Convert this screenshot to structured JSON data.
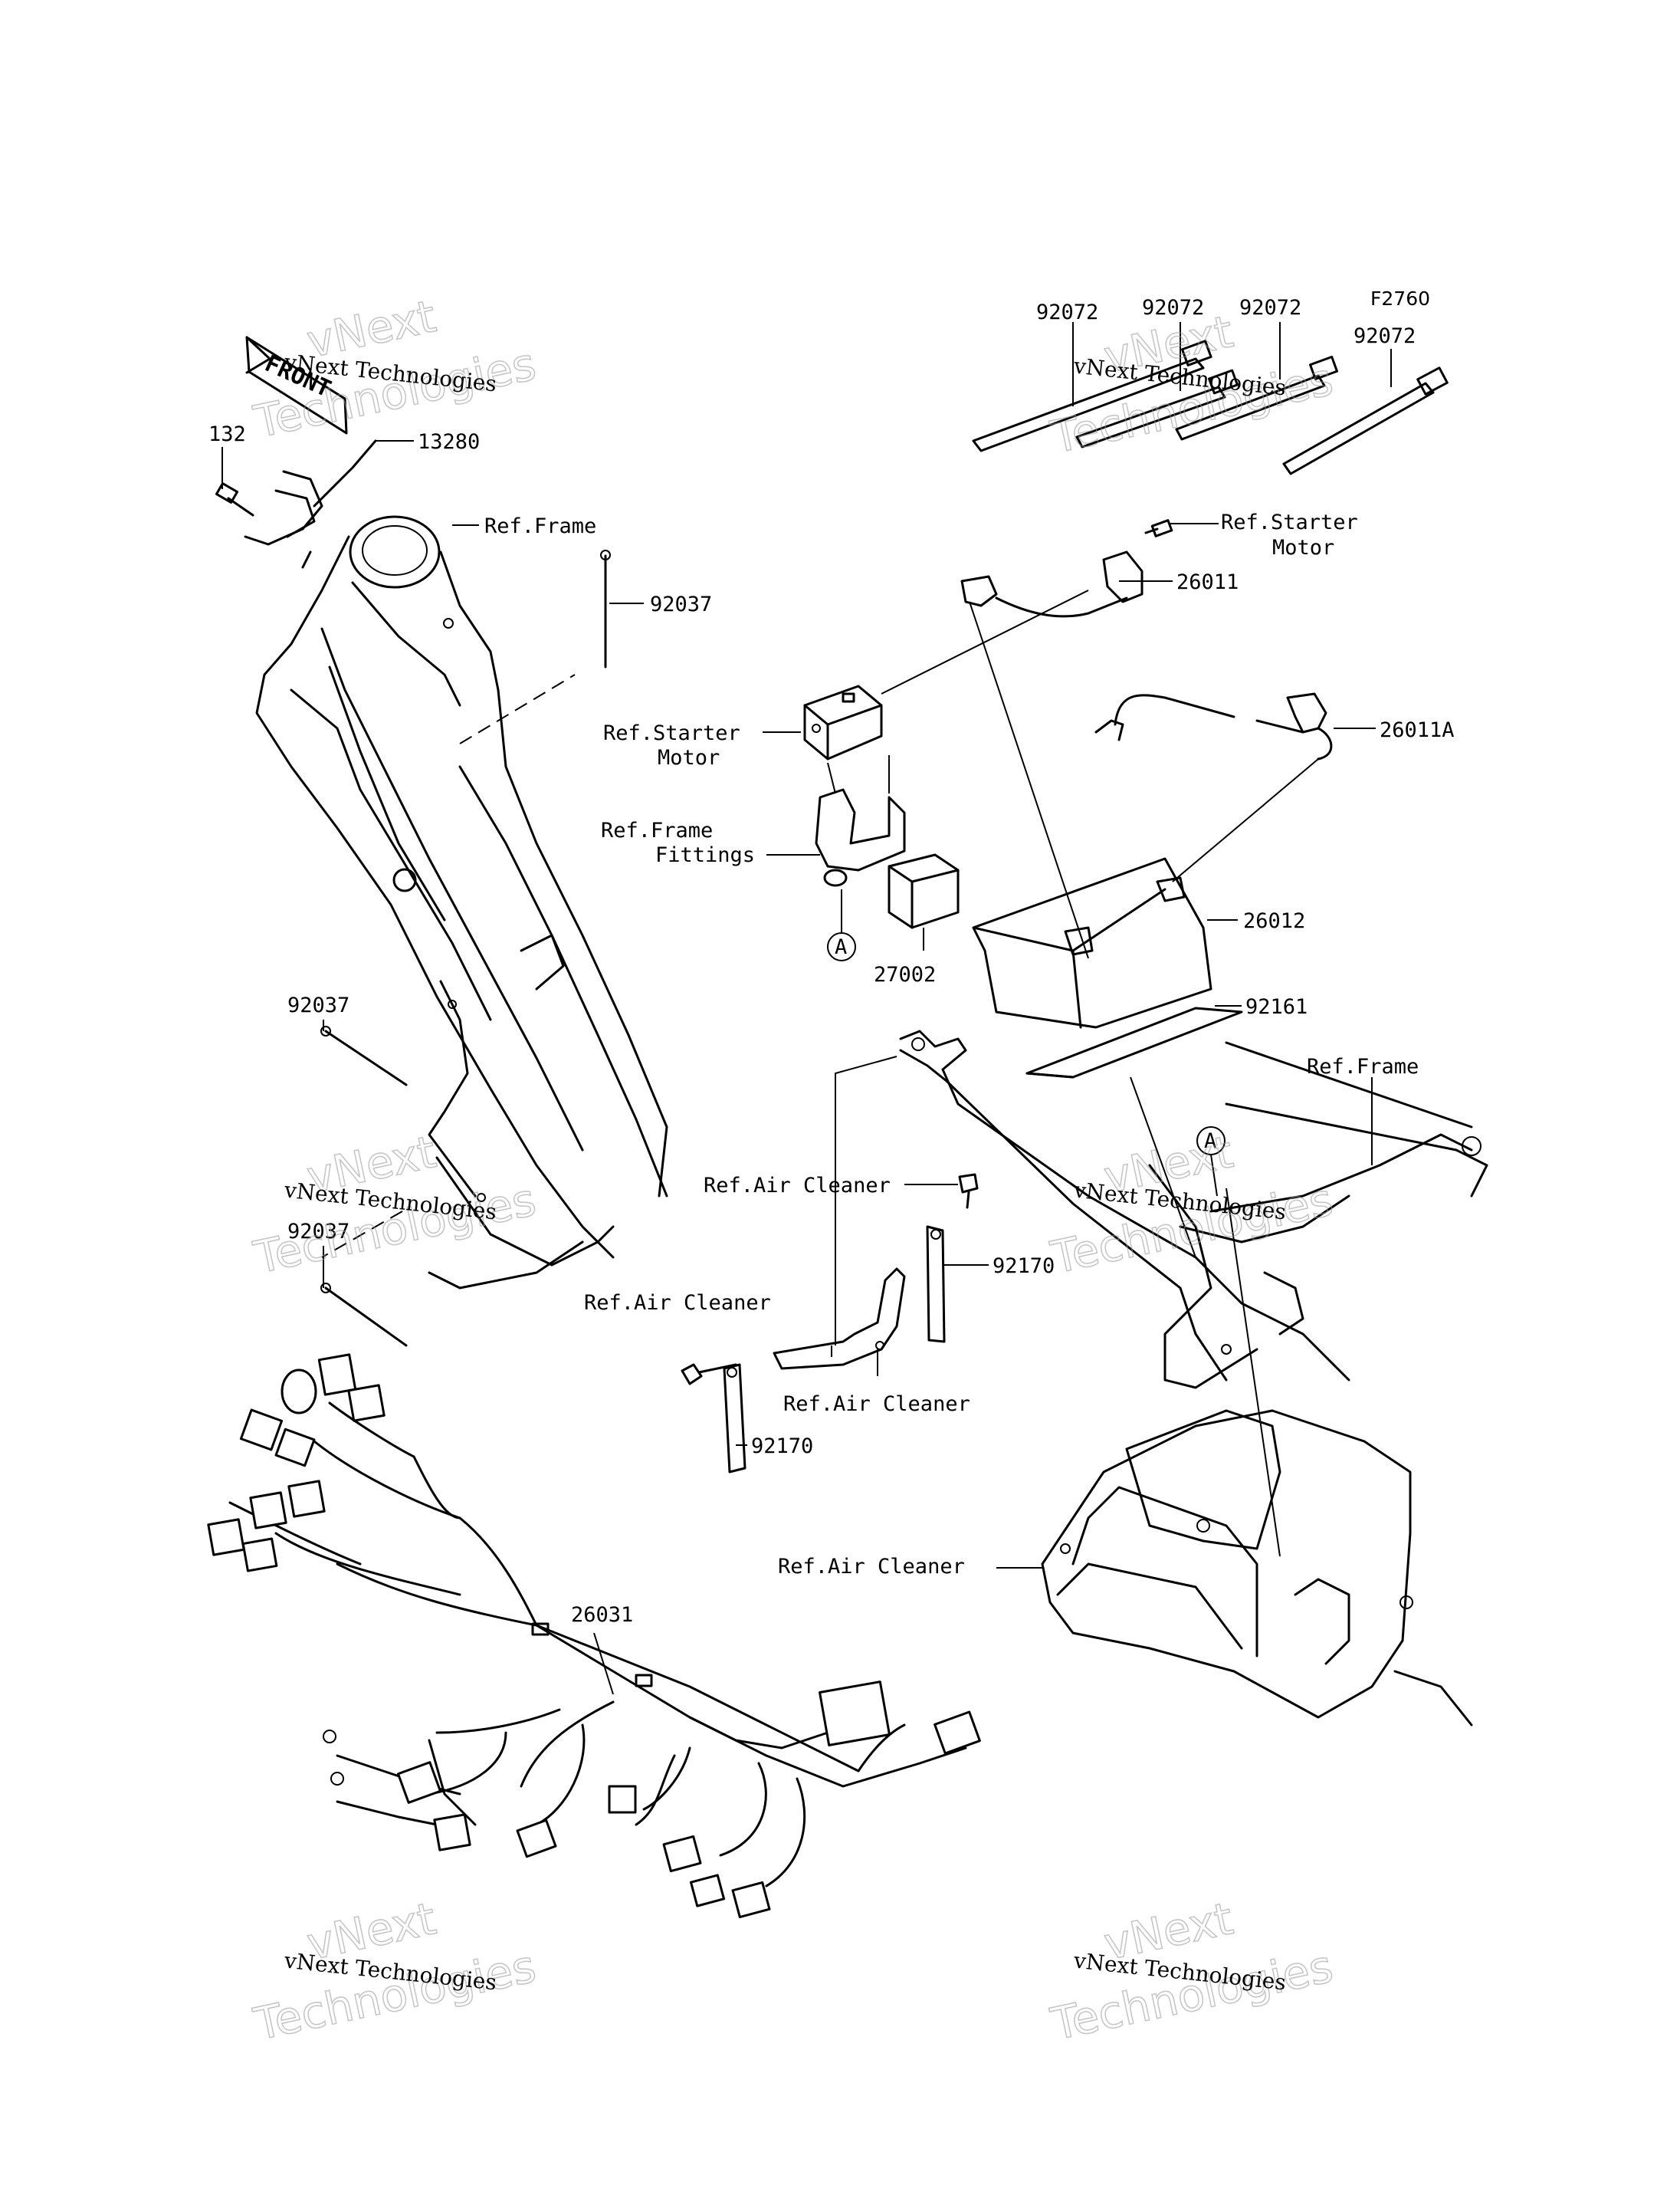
{
  "figure_code": "F2760",
  "front_marker": "FRONT",
  "callouts": {
    "tie_1": "92072",
    "tie_2": "92072",
    "tie_3": "92072",
    "tie_4": "92072",
    "ref_starter_motor_top": "Ref.Starter\nMotor",
    "harness_26011": "26011",
    "harness_26011A": "26011A",
    "ref_starter_motor_left": "Ref.Starter\nMotor",
    "ref_frame_fittings": "Ref.Frame\nFittings",
    "battery_26012": "26012",
    "cap_27002": "27002",
    "pad_92161": "92161",
    "ref_frame_right": "Ref.Frame",
    "ref_air_cleaner_1": "Ref.Air Cleaner",
    "band_92170_right": "92170",
    "ref_air_cleaner_2": "Ref.Air Cleaner",
    "ref_air_cleaner_3": "Ref.Air Cleaner",
    "band_92170_bottom": "92170",
    "ref_air_cleaner_4": "Ref.Air Cleaner",
    "bolt_132": "132",
    "part_13280": "13280",
    "ref_frame_top": "Ref.Frame",
    "clamp_92037_a": "92037",
    "clamp_92037_b": "92037",
    "clamp_92037_c": "92037",
    "main_harness_26031": "26031",
    "circle_A_1": "A",
    "circle_A_2": "A"
  },
  "watermark": {
    "brand_line_1": "vNext",
    "brand_line_2": "Technologies",
    "brand_full": "vNext Technologies"
  }
}
